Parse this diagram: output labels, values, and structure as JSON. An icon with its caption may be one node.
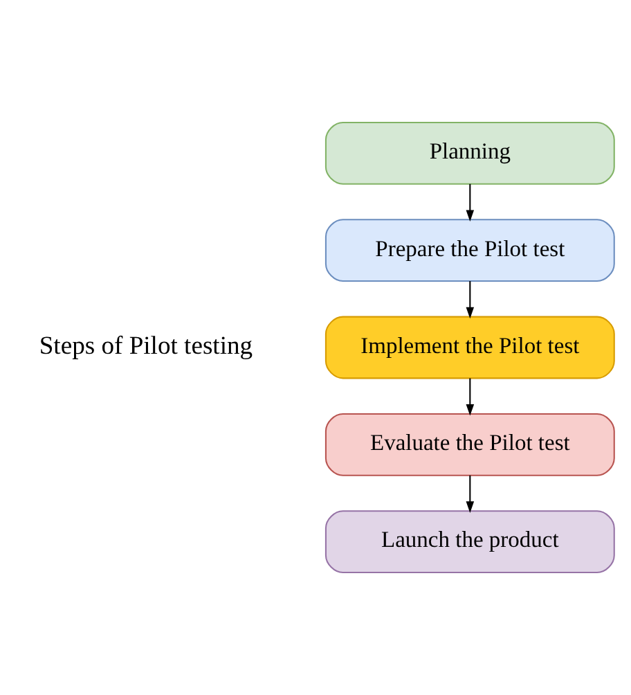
{
  "diagram": {
    "nodes": [
      {
        "text": [
          "Planning"
        ]
      },
      {
        "text": [
          "Prepare the Pilot test"
        ]
      },
      {
        "text": [
          "Implement the Pilot test"
        ]
      },
      {
        "text": [
          "Evaluate the Pilot test"
        ]
      },
      {
        "text": [
          "Launch the product"
        ]
      }
    ],
    "edges": [
      {
        "from": 0,
        "to": 1,
        "arrow": "to"
      },
      {
        "from": 1,
        "to": 2,
        "arrow": "to"
      },
      {
        "from": 2,
        "to": 3,
        "arrow": "to"
      },
      {
        "from": 3,
        "to": 4,
        "arrow": "to"
      }
    ],
    "labels": [
      "Steps of Pilot testing"
    ]
  }
}
